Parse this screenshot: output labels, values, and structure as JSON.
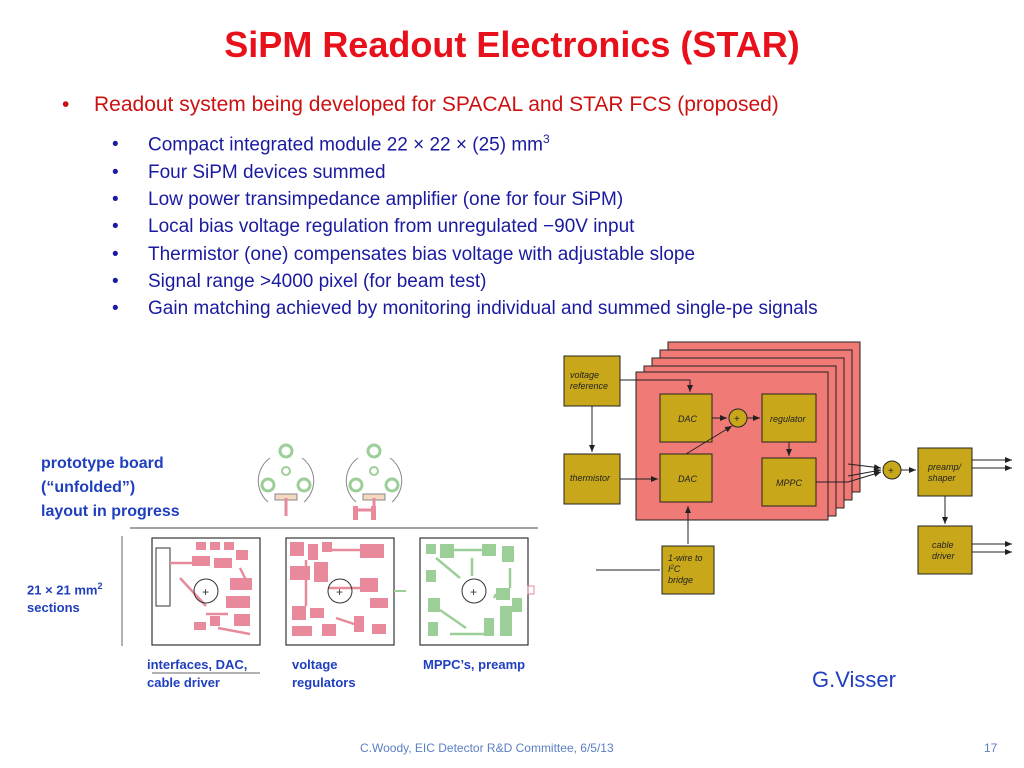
{
  "title": "SiPM Readout Electronics (STAR)",
  "main_bullet": "Readout system being developed for SPACAL and STAR FCS (proposed)",
  "sub_bullets": [
    {
      "text": "Compact integrated module 22 × 22 × (25) mm",
      "sup": "3"
    },
    {
      "text": "Four SiPM devices summed"
    },
    {
      "text": "Low power transimpedance amplifier (one for four SiPM)"
    },
    {
      "text": "Local bias voltage regulation from unregulated −90V input"
    },
    {
      "text": "Thermistor (one) compensates bias voltage with adjustable slope"
    },
    {
      "text": "Signal range >4000 pixel (for beam test)"
    },
    {
      "text": "Gain matching achieved by monitoring individual and summed single-pe signals"
    }
  ],
  "bullet_char": "•",
  "board_labels": {
    "prototype_1": "prototype board",
    "prototype_2": "(“unfolded”)",
    "prototype_3": "layout in progress",
    "sections_1": "21 × 21 mm",
    "sections_sup": "2",
    "sections_2": "sections",
    "left_1": "interfaces, DAC,",
    "left_2": "cable driver",
    "mid_1": "voltage",
    "mid_2": "regulators",
    "right_1": "MPPC’s, preamp"
  },
  "block_diagram": {
    "voltage_reference_1": "voltage",
    "voltage_reference_2": "reference",
    "thermistor": "thermistor",
    "dac_top": "DAC",
    "dac_bottom": "DAC",
    "regulator": "regulator",
    "mppc": "MPPC",
    "plus": "+",
    "preamp_1": "preamp/",
    "preamp_2": "shaper",
    "cable_driver_1": "cable",
    "cable_driver_2": "driver",
    "bridge_1": "1-wire to",
    "bridge_2a": "I",
    "bridge_2sup": "2",
    "bridge_2b": "C",
    "bridge_3": "bridge"
  },
  "author": "G.Visser",
  "footer": "C.Woody, EIC Detector R&D Committee,  6/5/13",
  "page_number": "17",
  "colors": {
    "title": "#e8101a",
    "bullet_main": "#cc1111",
    "bullet_sub": "#1a1aa0",
    "block": "#c8a81a",
    "module": "#f07a76",
    "pcb_pink": "#e88a9c",
    "pcb_green": "#9ccf98"
  }
}
